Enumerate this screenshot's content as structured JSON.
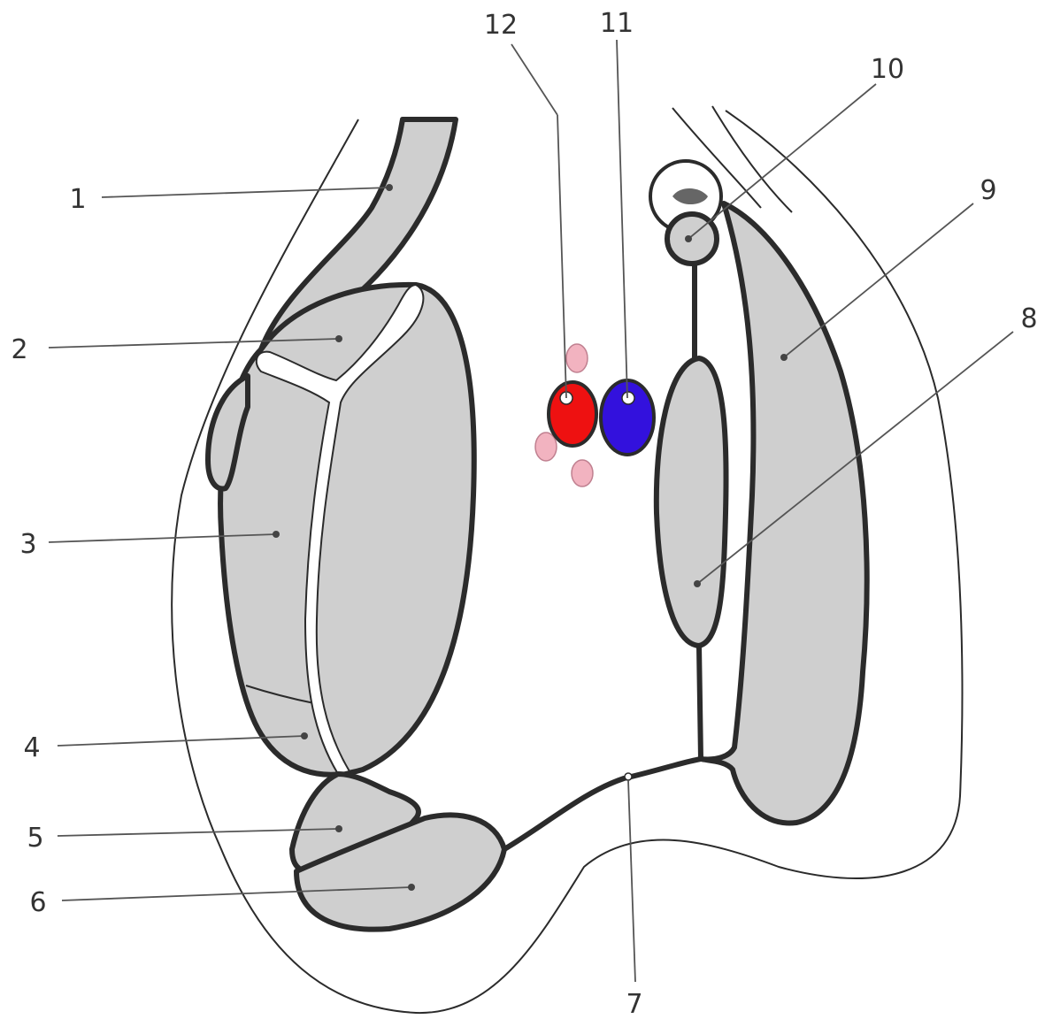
{
  "diagram": {
    "labels": [
      {
        "id": "1",
        "text": "1"
      },
      {
        "id": "2",
        "text": "2"
      },
      {
        "id": "3",
        "text": "3"
      },
      {
        "id": "4",
        "text": "4"
      },
      {
        "id": "5",
        "text": "5"
      },
      {
        "id": "6",
        "text": "6"
      },
      {
        "id": "7",
        "text": "7"
      },
      {
        "id": "8",
        "text": "8"
      },
      {
        "id": "9",
        "text": "9"
      },
      {
        "id": "10",
        "text": "10"
      },
      {
        "id": "11",
        "text": "11"
      },
      {
        "id": "12",
        "text": "12"
      }
    ],
    "colors": {
      "organ_fill": "#cfcfcf",
      "outline": "#2b2b2b",
      "vessel_red": "#ee1111",
      "vessel_blue": "#3311dd",
      "node_pink": "#f2b3c0"
    }
  }
}
